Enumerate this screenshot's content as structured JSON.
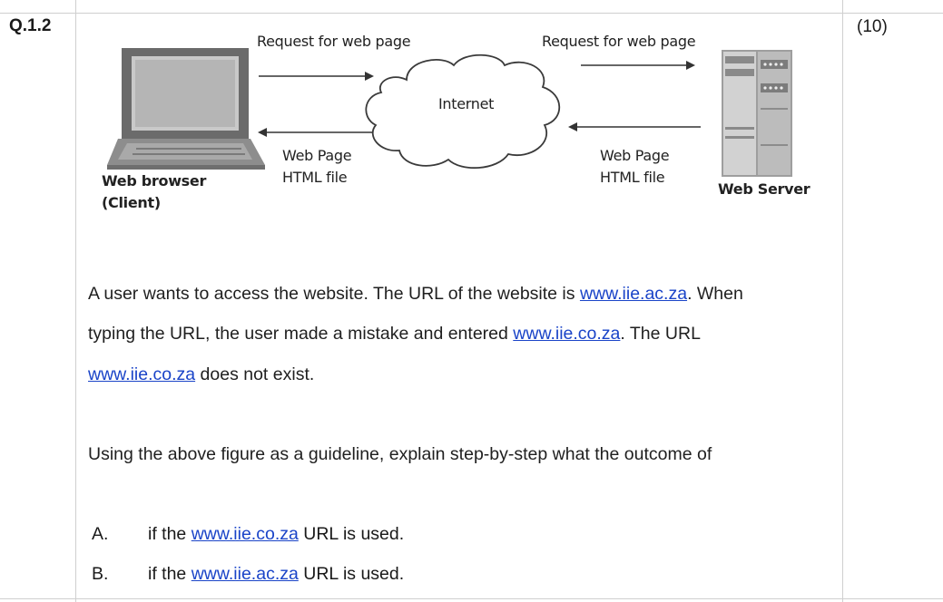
{
  "question": {
    "number": "Q.1.2",
    "marks": "(10)"
  },
  "diagram": {
    "arrow_left_top_label": "Request for web page",
    "arrow_right_top_label": "Request for web page",
    "cloud_label": "Internet",
    "response_left_line1": "Web Page",
    "response_left_line2": "HTML file",
    "response_right_line1": "Web Page",
    "response_right_line2": "HTML file",
    "client_line1": "Web browser",
    "client_line2": "(Client)",
    "server_label": "Web Server"
  },
  "paragraph1": {
    "l1_text": "A user wants to access the website. The URL of the website is ",
    "l1_url": "www.iie.ac.za",
    "l1_end": ". When",
    "l2_text": "typing the URL, the user made a mistake and entered ",
    "l2_url": "www.iie.co.za",
    "l2_end": ". The URL",
    "l3_url": "www.iie.co.za",
    "l3_end": " does not exist."
  },
  "paragraph2": {
    "text": "Using the above figure as a guideline, explain step-by-step what the outcome of"
  },
  "options": [
    {
      "letter": "A.",
      "pre": "if the ",
      "url": "www.iie.co.za",
      "post": " URL is used."
    },
    {
      "letter": "B.",
      "pre": "if the ",
      "url": "www.iie.ac.za",
      "post": " URL is used."
    }
  ]
}
